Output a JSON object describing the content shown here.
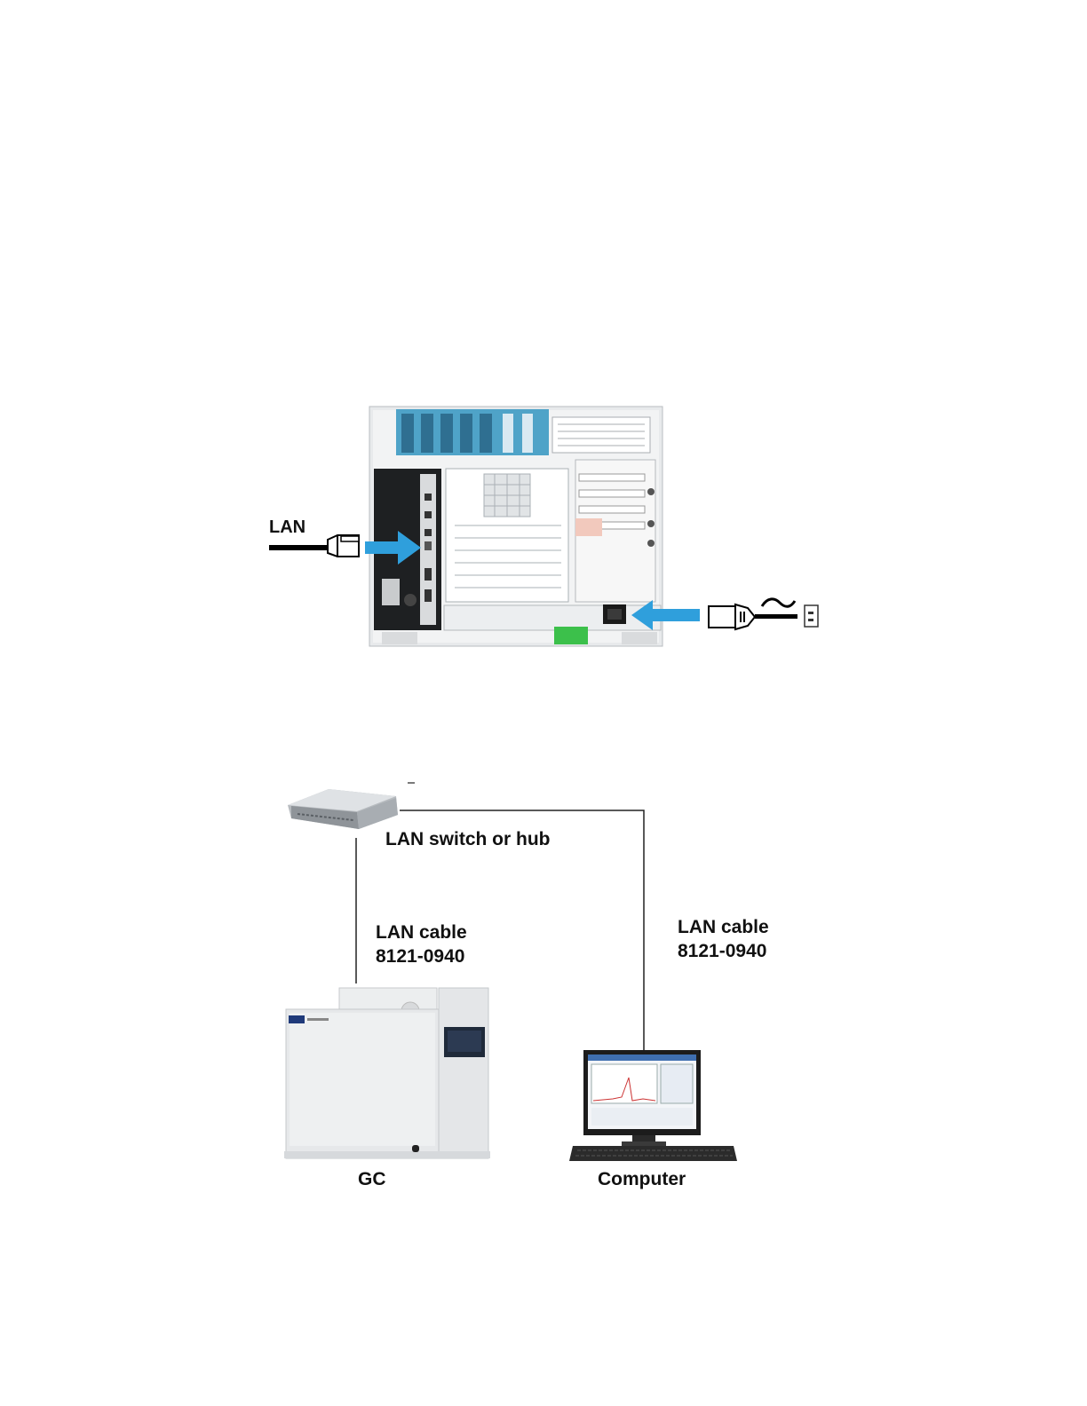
{
  "rear_view": {
    "lan_label": "LAN"
  },
  "network": {
    "switch_label": "LAN switch or hub",
    "cable_left": {
      "line1": "LAN cable",
      "line2": "8121-0940"
    },
    "cable_right": {
      "line1": "LAN cable",
      "line2": "8121-0940"
    },
    "gc_label": "GC",
    "computer_label": "Computer"
  },
  "colors": {
    "arrow": "#2f9fdc",
    "panel_blue": "#4fa3c8",
    "cable": "#000000"
  }
}
